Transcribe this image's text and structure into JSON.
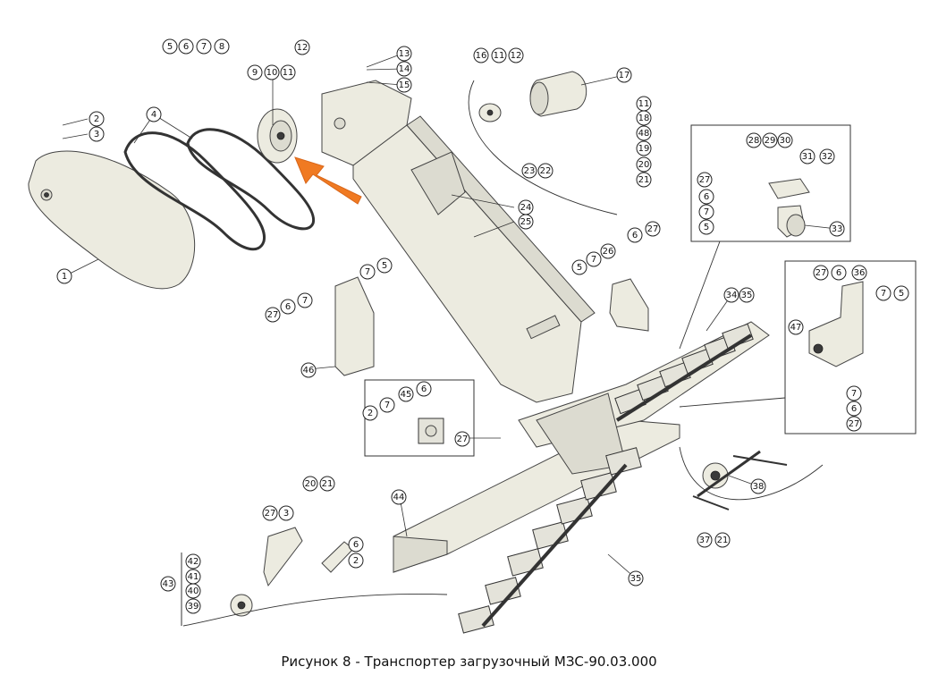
{
  "caption": "Рисунок 8 - Транспортер загрузочный МЗС-90.03.000",
  "callouts": [
    "1",
    "2",
    "3",
    "4",
    "5",
    "6",
    "7",
    "8",
    "9",
    "10",
    "11",
    "12",
    "13",
    "14",
    "15",
    "16",
    "17",
    "18",
    "19",
    "20",
    "21",
    "22",
    "23",
    "24",
    "25",
    "26",
    "27",
    "28",
    "29",
    "30",
    "31",
    "32",
    "33",
    "34",
    "35",
    "36",
    "37",
    "38",
    "39",
    "40",
    "41",
    "42",
    "43",
    "44",
    "45",
    "46",
    "47",
    "48"
  ],
  "colors": {
    "arrow": "#f07a22",
    "part_fill": "#ecebe0",
    "line": "#333333"
  }
}
